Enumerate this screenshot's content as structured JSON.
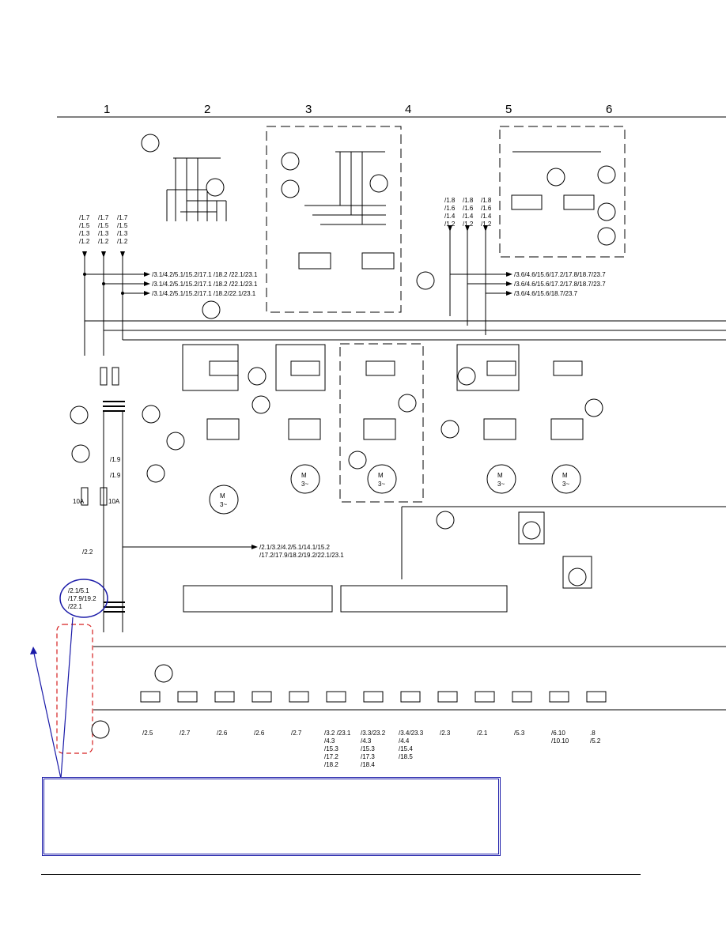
{
  "columns": [
    "1",
    "2",
    "3",
    "4",
    "5",
    "6"
  ],
  "supply_refs_left": [
    "/1.7\n/1.5\n/1.3\n/1.2",
    "/1.7\n/1.5\n/1.3\n/1.2",
    "/1.7\n/1.5\n/1.3\n/1.2"
  ],
  "supply_refs_right": [
    "/1.8\n/1.6\n/1.4\n/1.2",
    "/1.8\n/1.6\n/1.4\n/1.2",
    "/1.8\n/1.6\n/1.4\n/1.2"
  ],
  "xrefs_left": [
    "/3.1/4.2/5.1/15.2/17.1 /18.2 /22.1/23.1",
    "/3.1/4.2/5.1/15.2/17.1 /18.2 /22.1/23.1",
    "/3.1/4.2/5.1/15.2/17.1 /18.2/22.1/23.1"
  ],
  "xrefs_right": [
    "/3.6/4.6/15.6/17.2/17.8/18.7/23.7",
    "/3.6/4.6/15.6/17.2/17.8/18.7/23.7",
    "/3.6/4.6/15.6/18.7/23.7"
  ],
  "fuse_labels": [
    "10A",
    "10A"
  ],
  "small_refs": {
    "r1": "/1.9",
    "r2": "/1.9",
    "r3": "/2.2"
  },
  "control_xref": "/2.1/3.2/4.2/5.1/14.1/15.2\n/17.2/17.9/18.2/19.2/22.1/23.1",
  "circled_ref": "/2.1/5.1\n/17.9/19.2\n/22.1",
  "motor_label": "M\n3~",
  "relay_refs": [
    "/2.5",
    "/2.7",
    "/2.6",
    "/2.6",
    "/2.7",
    "/3.2 /23.1\n/4.3\n/15.3\n/17.2\n/18.2",
    "/3.3/23.2\n/4.3\n/15.3\n/17.3\n/18.4",
    "/3.4/23.3\n/4.4\n/15.4\n/18.5",
    "/2.3",
    "/2.1",
    "/5.3",
    "/6.10\n/10.10",
    ".8\n/5.2"
  ],
  "colors": {
    "highlight_blue": "#1a1aa8",
    "highlight_red": "#d62020",
    "line": "#000000"
  }
}
